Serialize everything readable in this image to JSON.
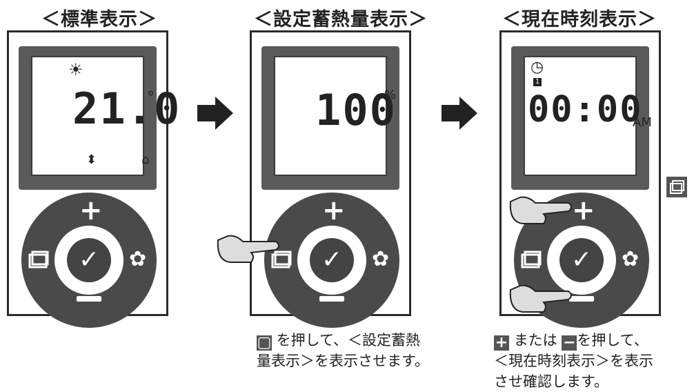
{
  "panels": [
    {
      "title": "＜標準表示＞",
      "value": "21.0",
      "unit": "°"
    },
    {
      "title": "＜設定蓄熱量表示＞",
      "value": "100",
      "unit": "%"
    },
    {
      "title": "＜現在時刻表示＞",
      "value": "00:00",
      "unit": "AM",
      "badge": "1"
    }
  ],
  "captions": {
    "panel2": {
      "icon": "folder-icon",
      "line1": "を押して、＜設定蓄熱",
      "line2": "量表示＞を表示させます。"
    },
    "panel3": {
      "plus_icon": "plus-icon",
      "mid": "または",
      "minus_icon": "minus-icon",
      "line1_end": "を押して、",
      "line2": "＜現在時刻表示＞を表示",
      "line3": "させ確認します。"
    }
  },
  "colors": {
    "device_dark": "#4a4a4a",
    "bezel": "#5a5a5a",
    "text": "#222222"
  }
}
